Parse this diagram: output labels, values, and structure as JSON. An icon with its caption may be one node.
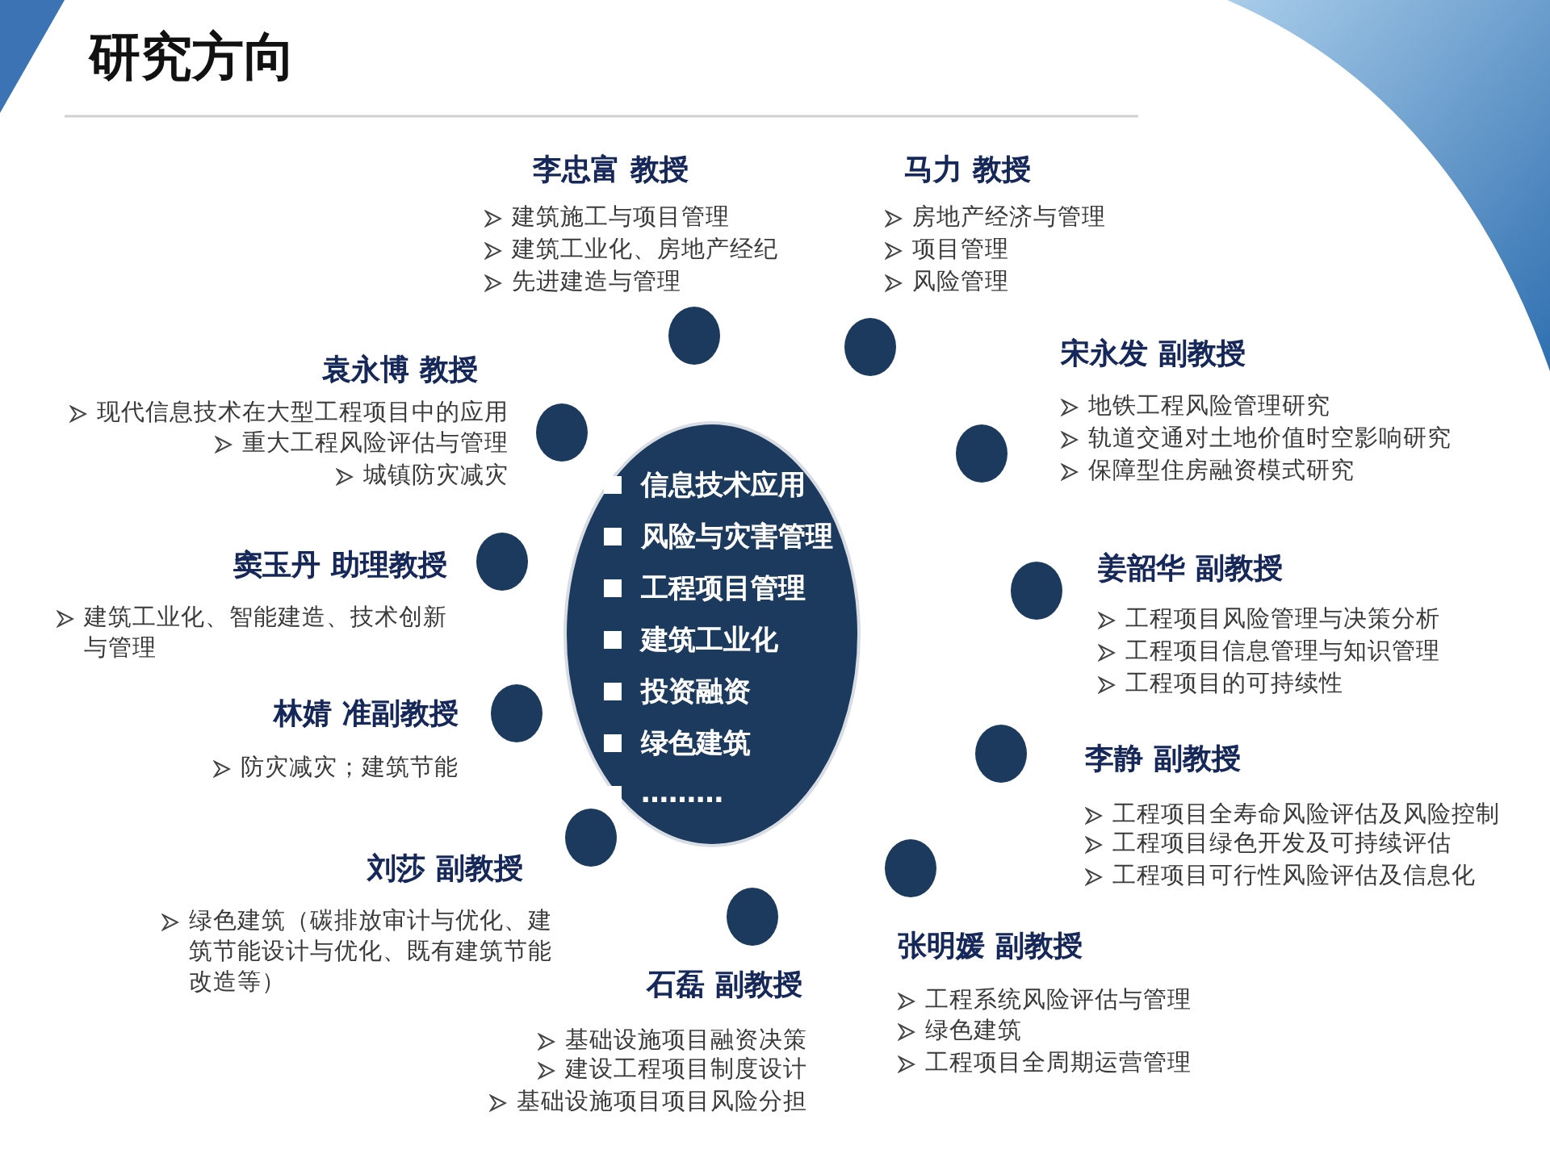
{
  "diagram": {
    "title": "研究方向",
    "nodes": [
      {
        "text": [
          "信息技术应用",
          "风险与灾害管理",
          "工程项目管理",
          "建筑工业化",
          "投资融资",
          "绿色建筑",
          "………"
        ]
      },
      {
        "text": [],
        "shape": "circle"
      },
      {
        "text": [],
        "shape": "circle"
      },
      {
        "text": [],
        "shape": "circle"
      },
      {
        "text": [],
        "shape": "circle"
      },
      {
        "text": [],
        "shape": "circle"
      },
      {
        "text": [],
        "shape": "circle"
      },
      {
        "text": [],
        "shape": "circle"
      },
      {
        "text": [],
        "shape": "circle"
      },
      {
        "text": [],
        "shape": "circle"
      },
      {
        "text": [],
        "shape": "circle"
      },
      {
        "text": [],
        "shape": "circle"
      }
    ],
    "labels": [
      "李忠富 教授",
      "建筑施工与项目管理",
      "建筑工业化、房地产经纪",
      "先进建造与管理",
      "马力 教授",
      "房地产经济与管理",
      "项目管理",
      "风险管理",
      "宋永发 副教授",
      "地铁工程风险管理研究",
      "轨道交通对土地价值时空影响研究",
      "保障型住房融资模式研究",
      "袁永博 教授",
      "现代信息技术在大型工程项目中的应用",
      "重大工程风险评估与管理",
      "城镇防灾减灾",
      "窦玉丹 助理教授",
      "建筑工业化、智能建造、技术创新与管理",
      "姜韶华 副教授",
      "工程项目风险管理与决策分析",
      "工程项目信息管理与知识管理",
      "工程项目的可持续性",
      "林婧 准副教授",
      "防灾减灾；建筑节能",
      "李静 副教授",
      "工程项目全寿命风险评估及风险控制",
      "工程项目绿色开发及可持续评估",
      "工程项目可行性风险评估及信息化",
      "刘莎 副教授",
      "绿色建筑（碳排放审计与优化、建筑节能设计与优化、既有建筑节能改造等）",
      "张明媛 副教授",
      "工程系统风险评估与管理",
      "绿色建筑",
      "工程项目全周期运营管理",
      "石磊 副教授",
      "基础设施项目融资决策",
      "建设工程项目制度设计",
      "基础设施项目项目风险分担"
    ]
  }
}
